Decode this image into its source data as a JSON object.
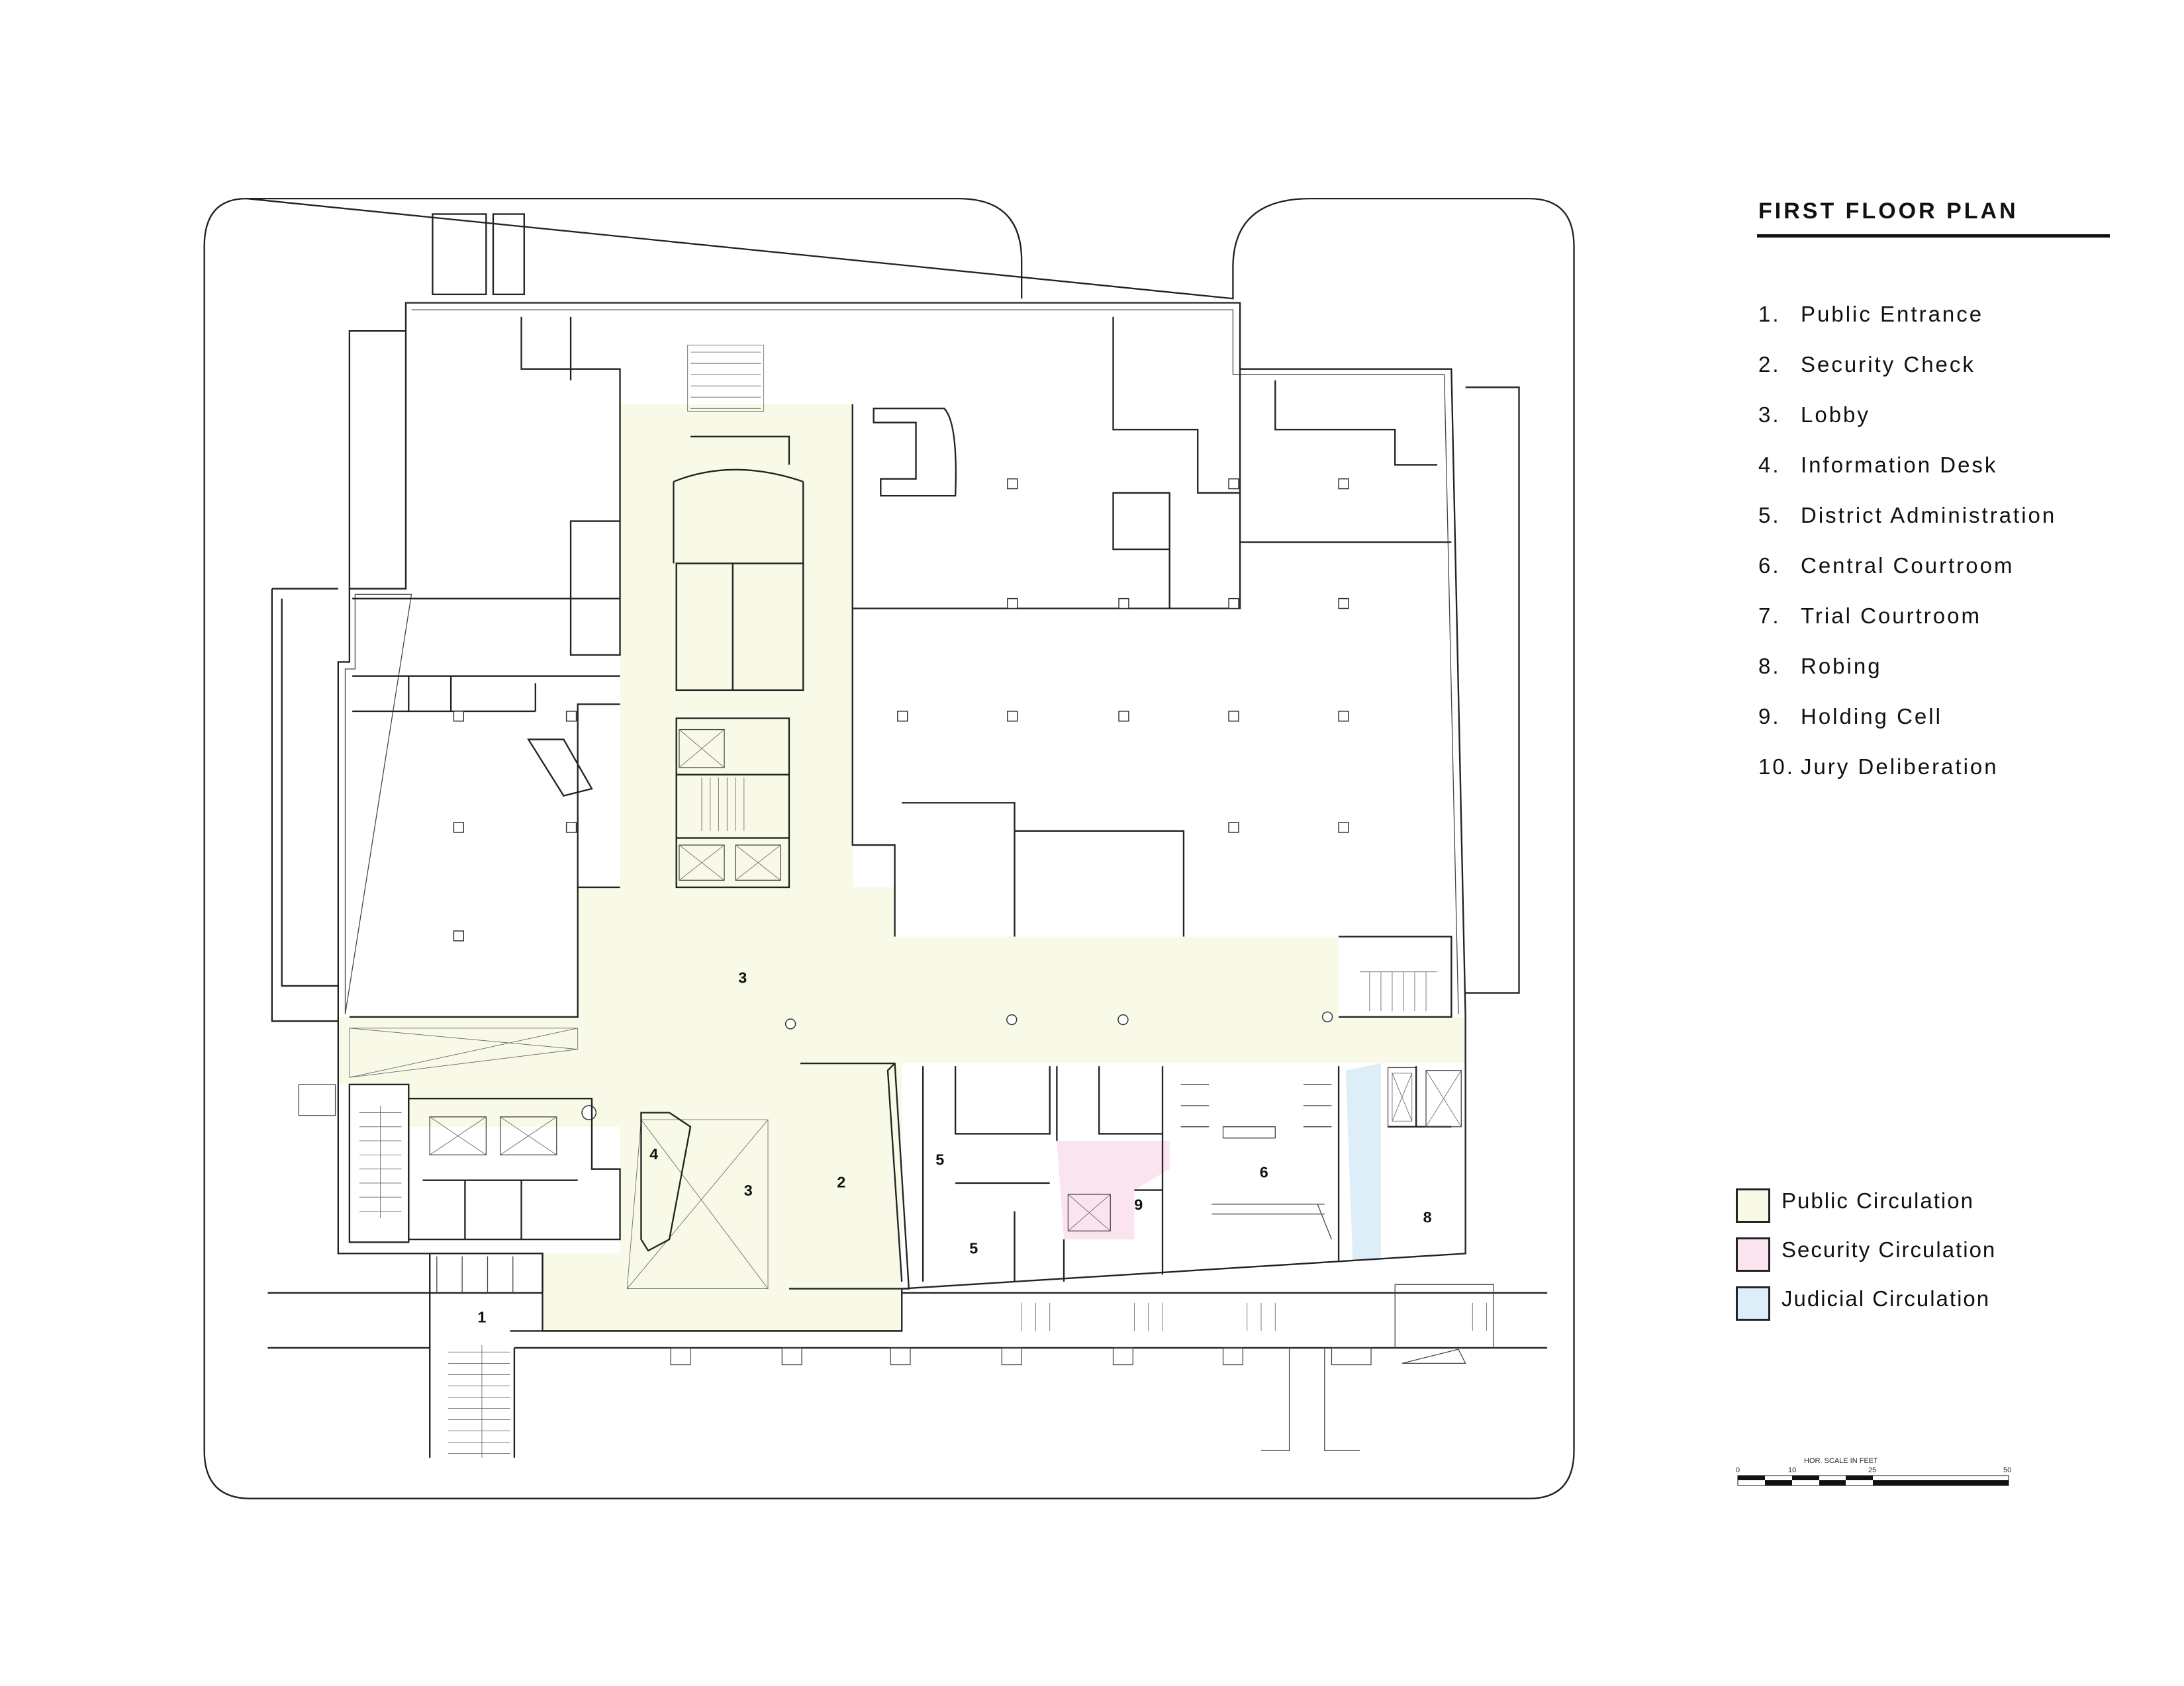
{
  "title": "FIRST FLOOR PLAN",
  "key": [
    {
      "num": "1.",
      "label": "Public Entrance"
    },
    {
      "num": "2.",
      "label": "Security Check"
    },
    {
      "num": "3.",
      "label": "Lobby"
    },
    {
      "num": "4.",
      "label": "Information Desk"
    },
    {
      "num": "5.",
      "label": "District Administration"
    },
    {
      "num": "6.",
      "label": "Central Courtroom"
    },
    {
      "num": "7.",
      "label": "Trial Courtroom"
    },
    {
      "num": "8.",
      "label": "Robing"
    },
    {
      "num": "9.",
      "label": "Holding Cell"
    },
    {
      "num": "10.",
      "label": "Jury Deliberation"
    }
  ],
  "legend": [
    {
      "label": "Public Circulation",
      "color": "#f9f9e8"
    },
    {
      "label": "Security Circulation",
      "color": "#f9e4ef"
    },
    {
      "label": "Judicial Circulation",
      "color": "#deeef8"
    }
  ],
  "scale_bar": {
    "title": "HOR. SCALE IN FEET",
    "ticks": [
      "0",
      "10",
      "25",
      "50"
    ]
  },
  "plan": {
    "room_labels": {
      "lobby_north": "3",
      "lobby_south": "3",
      "security": "2",
      "info_desk": "4",
      "entrance": "1",
      "admin_a": "5",
      "admin_b": "5",
      "holding": "9",
      "courtroom": "6",
      "robing": "8"
    }
  }
}
